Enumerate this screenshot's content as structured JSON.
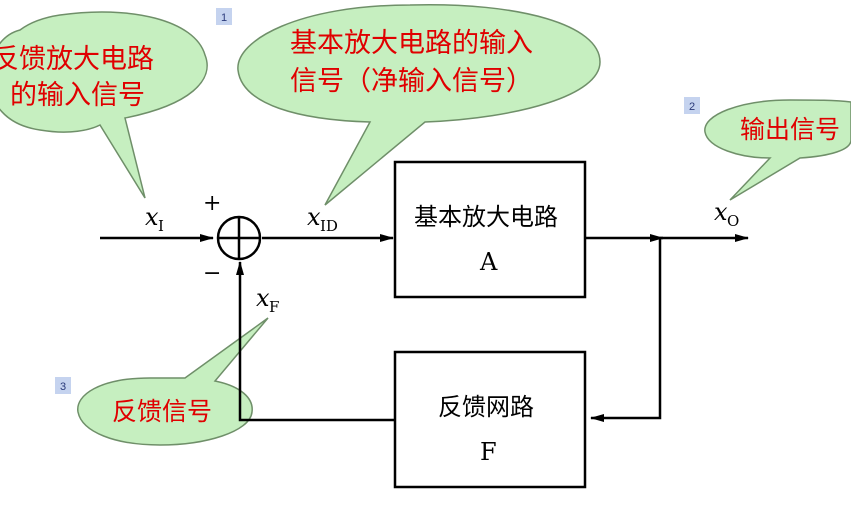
{
  "callouts": {
    "feedback_input": {
      "line1": "反馈放大电路",
      "line2": "的输入信号"
    },
    "basic_input": {
      "line1": "基本放大电路的输入",
      "line2": "信号（净输入信号）"
    },
    "output": {
      "line1": "输出信号"
    },
    "feedback": {
      "line1": "反馈信号"
    }
  },
  "badges": [
    "1",
    "2",
    "3"
  ],
  "blocks": {
    "basic_amp": {
      "title": "基本放大电路",
      "symbol": "A"
    },
    "feedback_net": {
      "title": "反馈网路",
      "symbol": "F"
    }
  },
  "signals": {
    "input": {
      "var": "x",
      "sub": "I"
    },
    "net_input": {
      "var": "x",
      "sub": "ID"
    },
    "output": {
      "var": "x",
      "sub": "O"
    },
    "feedback": {
      "var": "x",
      "sub": "F"
    }
  },
  "summer": {
    "plus": "+",
    "minus": "−"
  },
  "colors": {
    "callout_fill": "#c6efc0",
    "callout_stroke": "#6f8f69",
    "text_red": "#e00000",
    "badge_fill": "#c5d3ef"
  }
}
